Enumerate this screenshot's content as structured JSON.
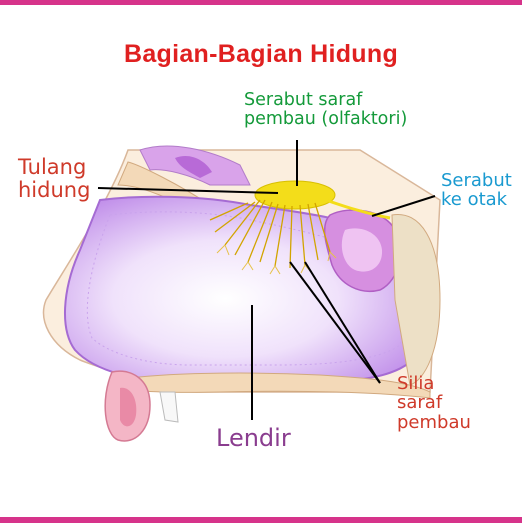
{
  "title": "Bagian-Bagian Hidung",
  "labels": {
    "olfactory_nerve_fibers": {
      "line1": "Serabut saraf",
      "line2": "pembau (olfaktori)"
    },
    "nasal_bone": {
      "line1": "Tulang",
      "line2": "hidung"
    },
    "fibers_to_brain": {
      "line1": "Serabut",
      "line2": "ke otak"
    },
    "olfactory_cilia": {
      "line1": "Silia",
      "line2": "saraf",
      "line3": "pembau"
    },
    "mucus": "Lendir"
  },
  "colors": {
    "frame": "#d6338a",
    "title": "#e02020",
    "green_label": "#149a3a",
    "red_label": "#cf3a2a",
    "blue_label": "#1a9ad0",
    "purple_label": "#8a3d8f",
    "cavity": "#c58bec",
    "bone": "#f3d9b8",
    "nerve": "#f3dd1a"
  }
}
